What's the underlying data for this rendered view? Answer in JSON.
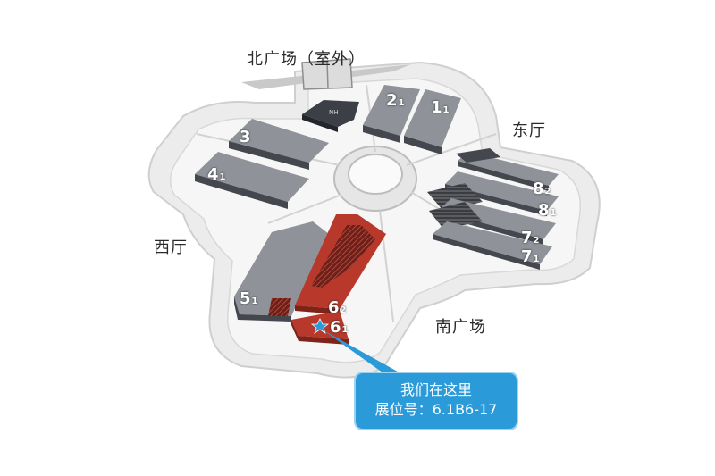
{
  "areas": {
    "north": "北广场（室外）",
    "east": "东厅",
    "west": "西厅",
    "south": "南广场"
  },
  "halls": {
    "h2_1": {
      "main": "2",
      "sub": "1"
    },
    "h1_1": {
      "main": "1",
      "sub": "1"
    },
    "h3": {
      "main": "3",
      "sub": ""
    },
    "h4_1": {
      "main": "4",
      "sub": "1"
    },
    "h8_2": {
      "main": "8",
      "sub": "2"
    },
    "h8_1": {
      "main": "8",
      "sub": "1"
    },
    "h7_2": {
      "main": "7",
      "sub": "2"
    },
    "h7_1": {
      "main": "7",
      "sub": "1"
    },
    "h5_1": {
      "main": "5",
      "sub": "1"
    },
    "h6_2": {
      "main": "6",
      "sub": "2"
    },
    "h6_1": {
      "main": "6",
      "sub": "1"
    }
  },
  "callout": {
    "line1": "我们在这里",
    "line2": "展位号：6.1B6-17"
  },
  "colors": {
    "highlight_hall": "#b8392b",
    "marker": "#2b9ad8",
    "callout_bg": "#2b9ad8",
    "hall_gray": "#8f9399"
  }
}
